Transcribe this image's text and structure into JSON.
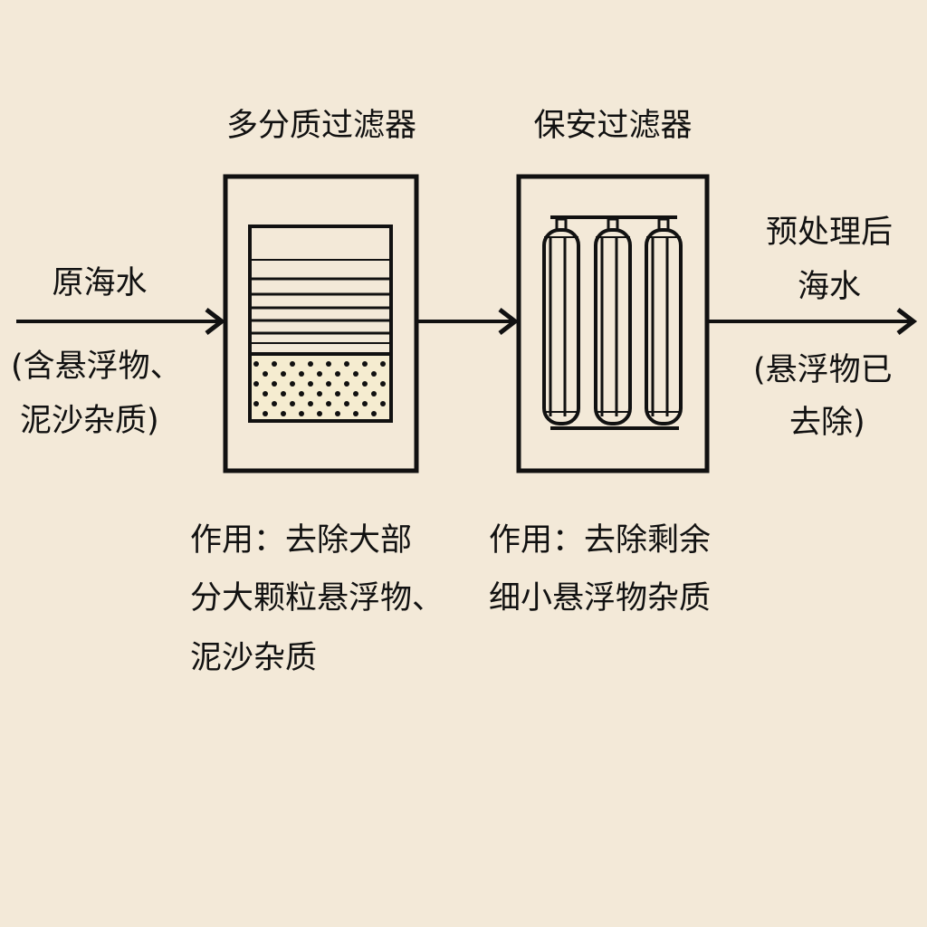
{
  "input": {
    "name": "原海水",
    "note_line1": "(含悬浮物、",
    "note_line2": "泥沙杂质)"
  },
  "filter1": {
    "title": "多分质过滤器",
    "desc_line1": "作用：去除大部",
    "desc_line2": "分大颗粒悬浮物、",
    "desc_line3": "泥沙杂质"
  },
  "filter2": {
    "title": "保安过滤器",
    "desc_line1": "作用：去除剩余",
    "desc_line2": "细小悬浮物杂质"
  },
  "output": {
    "name_line1": "预处理后",
    "name_line2": "海水",
    "note_line1": "(悬浮物已",
    "note_line2": "去除)"
  },
  "colors": {
    "background": "#f3e9d8",
    "ink": "#111111"
  }
}
